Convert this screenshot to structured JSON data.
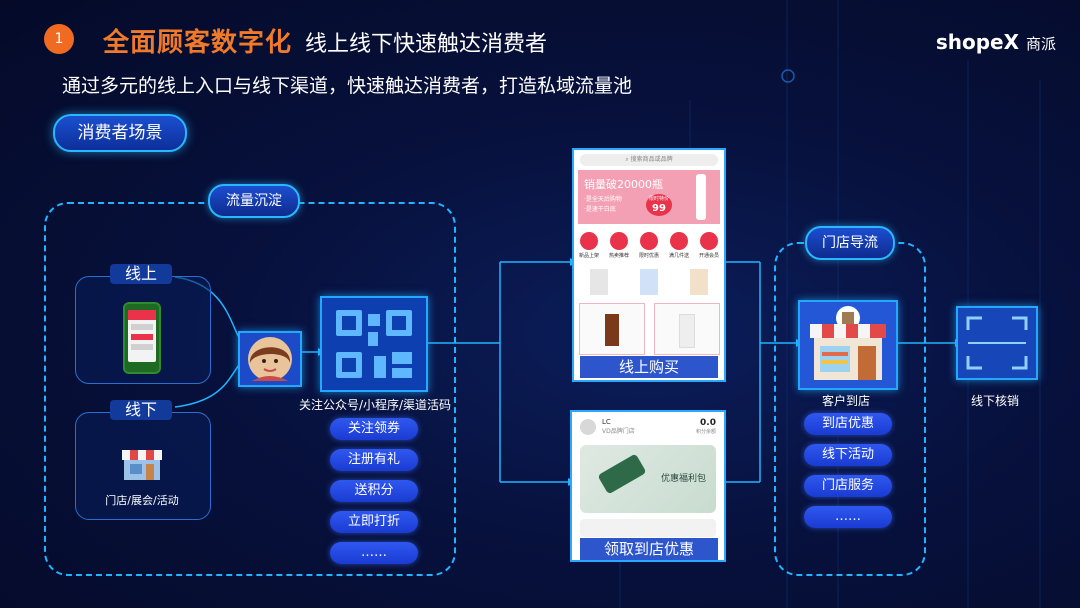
{
  "header": {
    "badge_number": "1",
    "title_main": "全面顾客数字化",
    "title_sub": "线上线下快速触达消费者",
    "subtitle": "通过多元的线上入口与线下渠道，快速触达消费者，打造私域流量池",
    "logo_text": "shopeX",
    "logo_cn": "商派"
  },
  "scene_tag": "消费者场景",
  "left_group": {
    "label": "流量沉淀",
    "online_label": "线上",
    "offline_label": "线下",
    "offline_caption": "门店/展会/活动",
    "qr_caption": "关注公众号/小程序/渠道活码",
    "actions": [
      "关注领券",
      "注册有礼",
      "送积分",
      "立即打折",
      "……"
    ]
  },
  "middle": {
    "online_shop": {
      "search_placeholder": "搜索商品或品牌",
      "banner_title": "销量破20000瓶",
      "banner_line1": "·是全天后购物",
      "banner_line2": "·是速干白底",
      "price_tag": "99",
      "price_label": "限时特价",
      "categories": [
        "新品上架",
        "热卖推荐",
        "限时优惠",
        "满几件送",
        "开通会员"
      ],
      "caption": "线上购买"
    },
    "coupon": {
      "store_abbr": "LC",
      "store_name": "VD品牌门店",
      "balance": "0.0",
      "balance_label": "积分余额",
      "card_text": "优惠福利包",
      "caption": "领取到店优惠"
    }
  },
  "right_group": {
    "label": "门店导流",
    "store_caption": "客户到店",
    "actions": [
      "到店优惠",
      "线下活动",
      "门店服务",
      "……"
    ]
  },
  "verify_caption": "线下核销",
  "colors": {
    "accent_orange": "#f06a22",
    "accent_blue": "#1fb5ff",
    "background": "#050b2c"
  }
}
